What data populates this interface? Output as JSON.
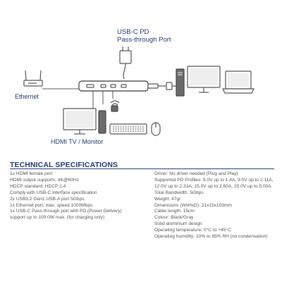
{
  "labels": {
    "usb_c_pd_line1": "USB-C PD",
    "usb_c_pd_line2": "Pass-through Port",
    "ethernet": "Ethernet",
    "hdmi": "HDMI TV / Monitor"
  },
  "specs": {
    "title": "TECHNICAL SPECIFICATIONS",
    "left": [
      "1x HDMI female port",
      "HDMI output supports: 4K@60Hz",
      "HDCP standard: HDCP 1.4",
      "Comply with USB-C interface specification",
      "2x USB3.2 Gen1 USB-A port 5Gbps",
      "1x Ethernet port, max. speed 1000Mbps",
      "1x USB-C Pass-through port with PD (Power Delivery)",
      "support up to 100.0W max. (for charging only)"
    ],
    "right": [
      "Driver: No driver needed (Plug and Play)",
      "Supported PD Profiles: 5.0V up to 1.4A, 9.0V up to 2.11A,",
      "12.0V up to 2.33A, 15.0V up to 2.60A, 20.0V up to 5.00A",
      "Total Bandwidth: 5Gbps",
      "Weight: 47gr",
      "Dimensions (WxHxD): 31x15x103mm",
      "Cable length: 15cm",
      "Colour: Black/Gray",
      "Solid aluminium design",
      "Operating temperature: 0°C to +45°C",
      "Operating humidity: 10% to 85% RH (no condensation)"
    ]
  },
  "colors": {
    "label_text": "#1f3a73",
    "body_text": "#555555",
    "line_art": "#555555",
    "device_fill": "#6b6b6b"
  },
  "icons": [
    "charger-icon",
    "router-icon",
    "hub-icon",
    "pc-tower-icon",
    "monitor-icon",
    "laptop-icon",
    "hdmi-monitor-icon",
    "phone-icon",
    "wifi-icon",
    "keyboard-icon",
    "mouse-icon",
    "usb-c-plug-icon"
  ]
}
